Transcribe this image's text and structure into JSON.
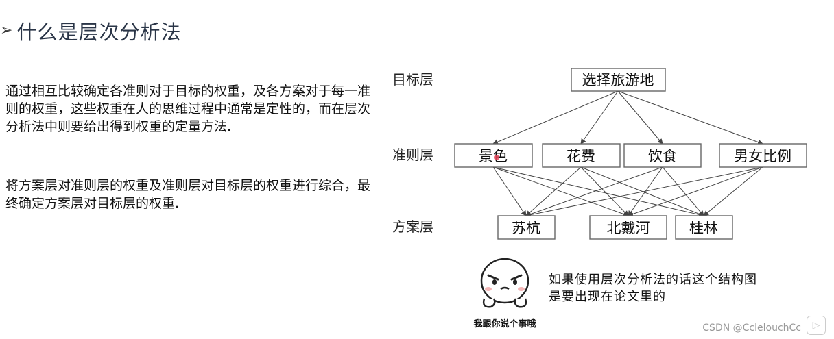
{
  "heading": {
    "bullet": "➢",
    "title": "什么是层次分析法"
  },
  "paragraphs": {
    "p1": "通过相互比较确定各准则对于目标的权重，及各方案对于每一准则的权重，这些权重在人的思维过程中通常是定性的，而在层次分析法中则要给出得到权重的定量方法.",
    "p2": "将方案层对准则层的权重及准则层对目标层的权重进行综合，最终确定方案层对目标层的权重."
  },
  "diagram": {
    "layers": [
      "目标层",
      "准则层",
      "方案层"
    ],
    "goal": "选择旅游地",
    "criteria": [
      "景色",
      "花费",
      "饮食",
      "男女比例"
    ],
    "alternatives": [
      "苏杭",
      "北戴河",
      "桂林"
    ]
  },
  "sticker": {
    "caption": "我跟你说个事哦"
  },
  "note": {
    "line1": "如果使用层次分析法的话这个结构图",
    "line2": "是要出现在论文里的"
  },
  "watermark": "CSDN @CclelouchCc"
}
